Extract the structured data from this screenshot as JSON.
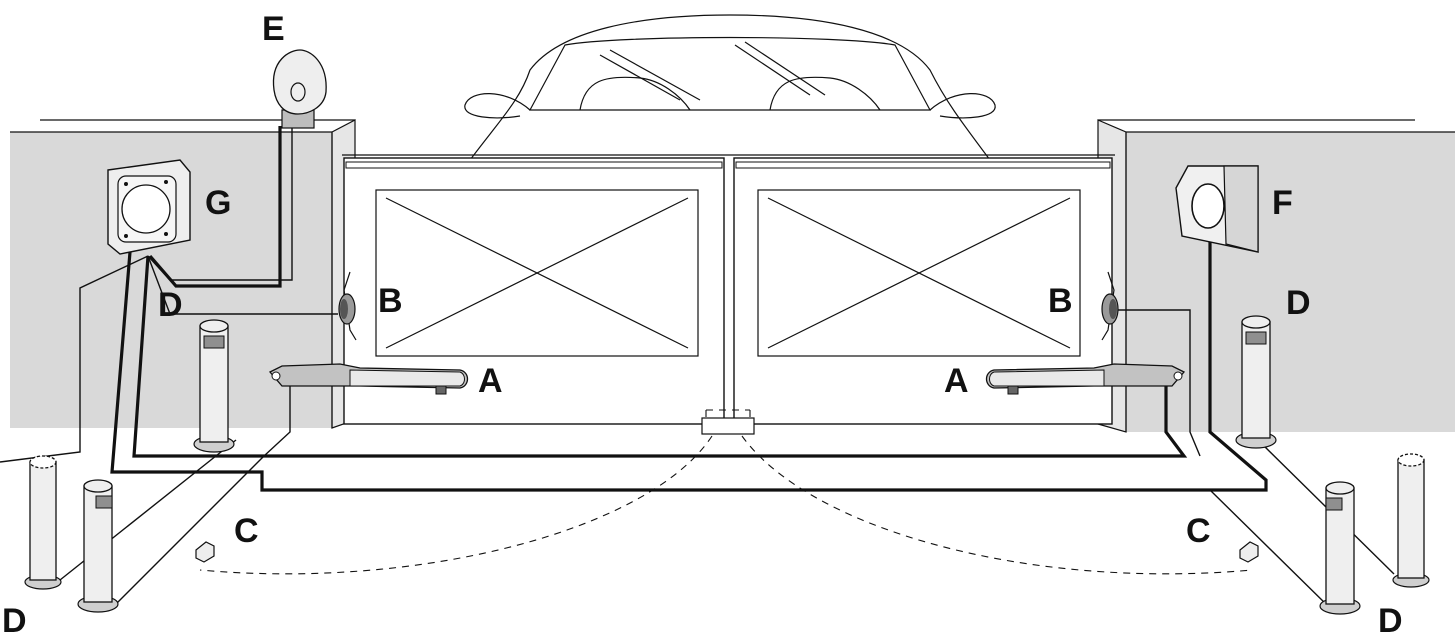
{
  "labels": {
    "E": "E",
    "G": "G",
    "F": "F",
    "B_left": "B",
    "B_right": "B",
    "A_left": "A",
    "A_right": "A",
    "C_left": "C",
    "C_right": "C",
    "D_wall_left": "D",
    "D_wall_right": "D",
    "D_bottom_left": "D",
    "D_bottom_right": "D"
  },
  "colors": {
    "line": "#111111",
    "wall_fill": "#d9d9d9",
    "gate_fill": "#ffffff",
    "device_fill": "#ebebeb",
    "arm_fill": "#bfbfbf"
  }
}
